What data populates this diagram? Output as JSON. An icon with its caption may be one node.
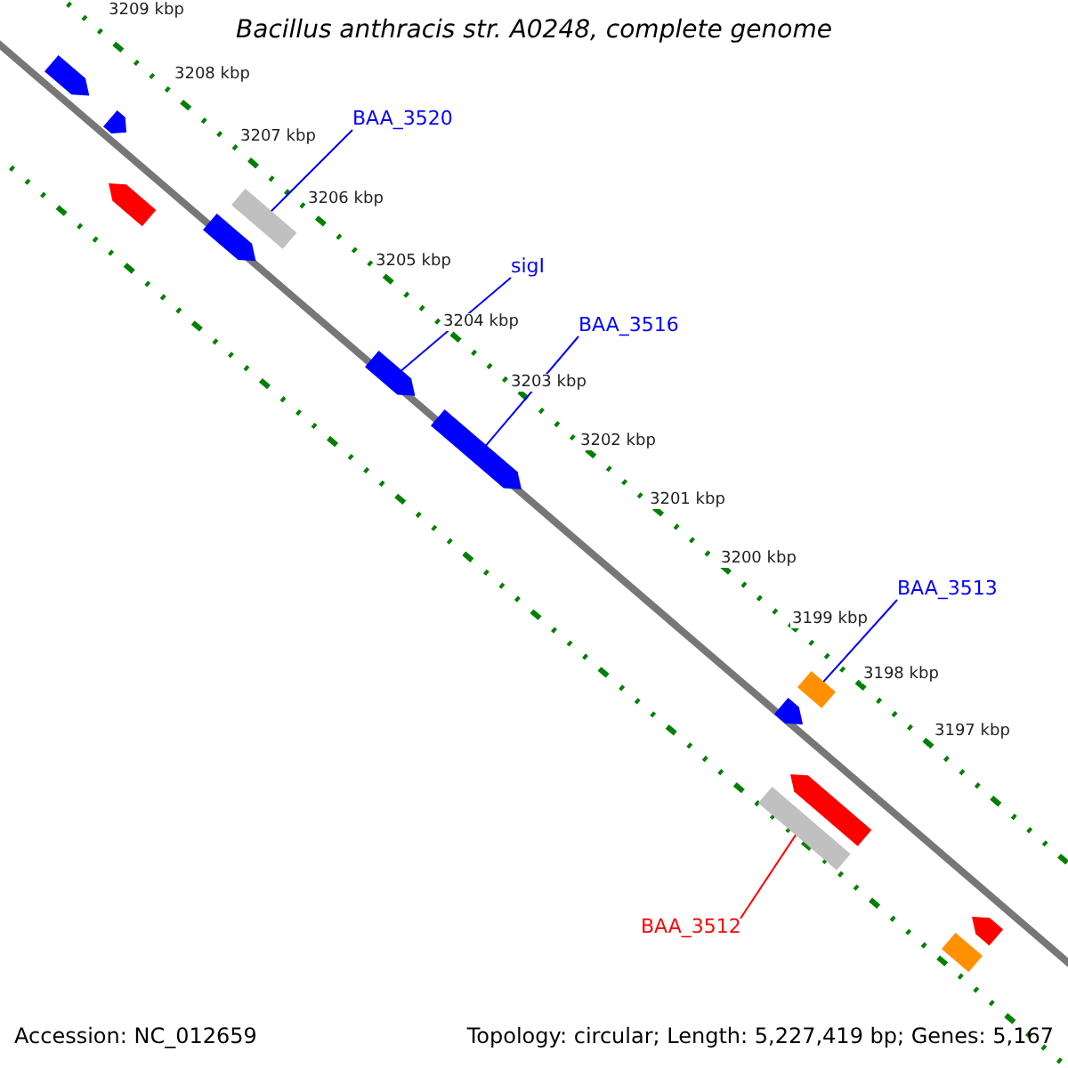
{
  "diagram": {
    "title": "Bacillus anthracis str. A0248, complete genome",
    "nodes": [
      {
        "text": [],
        "shape": "arrow"
      },
      {
        "text": [],
        "shape": "arrow"
      },
      {
        "text": [],
        "shape": "arrow"
      },
      {
        "text": [],
        "shape": "bar"
      },
      {
        "text": [],
        "shape": "arrow"
      },
      {
        "text": [],
        "shape": "arrow"
      },
      {
        "text": [],
        "shape": "arrow"
      },
      {
        "text": [],
        "shape": "bar"
      },
      {
        "text": [],
        "shape": "arrow"
      },
      {
        "text": [],
        "shape": "arrow"
      },
      {
        "text": [],
        "shape": "bar"
      },
      {
        "text": [],
        "shape": "arrow"
      },
      {
        "text": [],
        "shape": "bar"
      },
      {
        "text": [
          "BAA_3520"
        ]
      },
      {
        "text": [
          "sigI"
        ]
      },
      {
        "text": [
          "BAA_3516"
        ]
      },
      {
        "text": [
          "BAA_3513"
        ]
      },
      {
        "text": [
          "BAA_3512"
        ]
      }
    ],
    "edges": [
      {
        "from": 13,
        "to": 3,
        "arrow": "none"
      },
      {
        "from": 14,
        "to": 5,
        "arrow": "none"
      },
      {
        "from": 15,
        "to": 6,
        "arrow": "none"
      },
      {
        "from": 16,
        "to": 7,
        "arrow": "none"
      },
      {
        "from": 17,
        "to": 10,
        "arrow": "none",
        "color": "#ff0000"
      }
    ],
    "labels": [
      "3209 kbp",
      "3208 kbp",
      "3207 kbp",
      "3206 kbp",
      "3205 kbp",
      "3204 kbp",
      "3203 kbp",
      "3202 kbp",
      "3201 kbp",
      "3200 kbp",
      "3199 kbp",
      "3198 kbp",
      "3197 kbp",
      "Accession: NC_012659",
      "Topology: circular; Length: 5,227,419 bp; Genes: 5,167"
    ]
  }
}
